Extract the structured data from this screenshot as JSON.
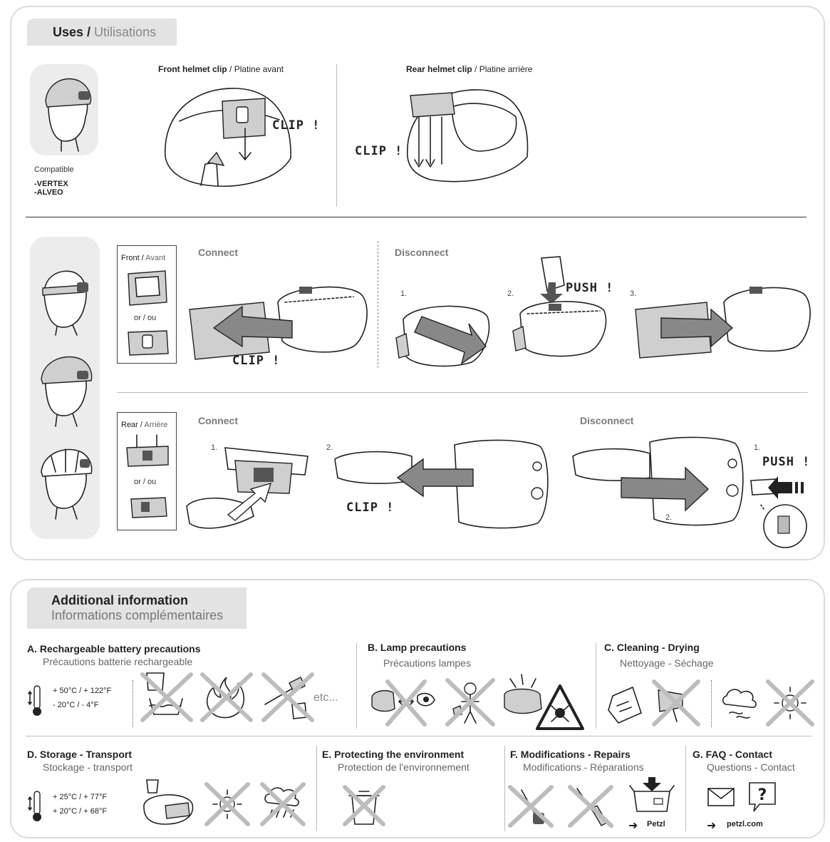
{
  "uses": {
    "title_en": "Uses",
    "title_sep": " / ",
    "title_fr": "Utilisations",
    "compatible_label": "Compatible",
    "compatible_models": [
      "-VERTEX",
      "-ALVEO"
    ],
    "front_clip_en": "Front helmet clip",
    "front_clip_fr": "Platine avant",
    "rear_clip_en": "Rear helmet clip",
    "rear_clip_fr": "Platine arrière",
    "clip_text": "CLIP !",
    "push_text": "PUSH !",
    "front_box_en": "Front",
    "front_box_fr": "Avant",
    "rear_box_en": "Rear",
    "rear_box_fr": "Arrière",
    "or_ou": "or / ou",
    "connect": "Connect",
    "disconnect": "Disconnect",
    "steps": [
      "1.",
      "2.",
      "3."
    ]
  },
  "info": {
    "title_en": "Additional information",
    "title_fr": "Informations complémentaires",
    "sections": {
      "a": {
        "en": "A. Rechargeable battery precautions",
        "fr": "Précautions batterie rechargeable",
        "temp_high": "+ 50°C / + 122°F",
        "temp_low": "- 20°C / - 4°F",
        "etc": "etc..."
      },
      "b": {
        "en": "B. Lamp precautions",
        "fr": "Précautions lampes"
      },
      "c": {
        "en": "C. Cleaning - Drying",
        "fr": "Nettoyage - Séchage"
      },
      "d": {
        "en": "D. Storage - Transport",
        "fr": "Stockage - transport",
        "temp_high": "+ 25°C / + 77°F",
        "temp_low": "+ 20°C / + 68°F"
      },
      "e": {
        "en": "E. Protecting the environment",
        "fr": "Protection de l'environnement"
      },
      "f": {
        "en": "F. Modifications - Repairs",
        "fr": "Modifications - Réparations",
        "link": "Petzl"
      },
      "g": {
        "en": "G. FAQ - Contact",
        "fr": "Questions - Contact",
        "link": "petzl.com"
      }
    }
  }
}
